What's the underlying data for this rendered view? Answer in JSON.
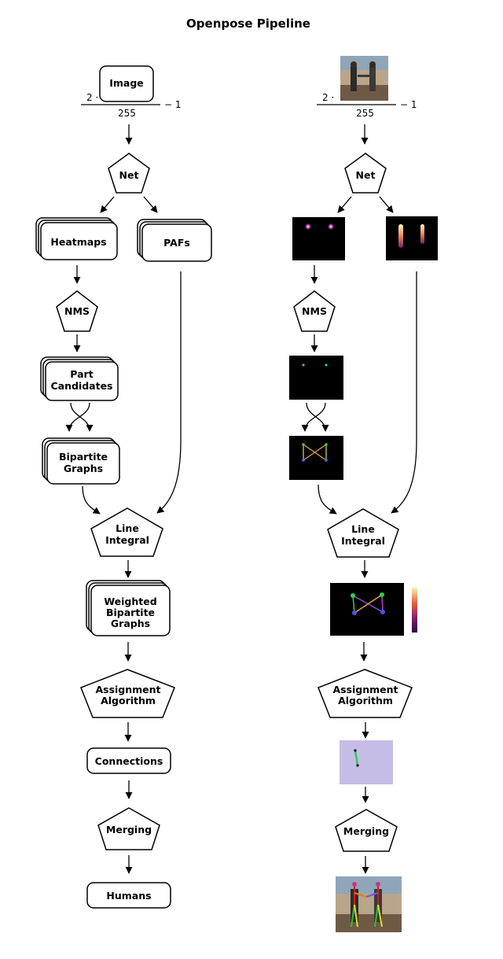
{
  "title": "Openpose Pipeline",
  "formula": {
    "numerator_factor": "2 ·",
    "denominator": "255",
    "minus_one": "− 1"
  },
  "left": {
    "image": "Image",
    "net": "Net",
    "heatmaps": "Heatmaps",
    "pafs": "PAFs",
    "nms": "NMS",
    "part_candidates": [
      "Part",
      "Candidates"
    ],
    "bipartite_graphs": [
      "Bipartite",
      "Graphs"
    ],
    "line_integral": [
      "Line",
      "Integral"
    ],
    "weighted_bipartite_graphs": [
      "Weighted",
      "Bipartite",
      "Graphs"
    ],
    "assignment_algorithm": [
      "Assignment",
      "Algorithm"
    ],
    "connections": "Connections",
    "merging": "Merging",
    "humans": "Humans"
  },
  "right": {
    "net": "Net",
    "nms": "NMS",
    "line_integral": [
      "Line",
      "Integral"
    ],
    "assignment_algorithm": [
      "Assignment",
      "Algorithm"
    ],
    "merging": "Merging"
  },
  "colors": {
    "heatmap_background": "#000000",
    "keypoint_green": "#33cc55",
    "limb_orange": "#e8a040",
    "limb_purple": "#8a50d8",
    "assignment_background": "#c6bde6"
  }
}
